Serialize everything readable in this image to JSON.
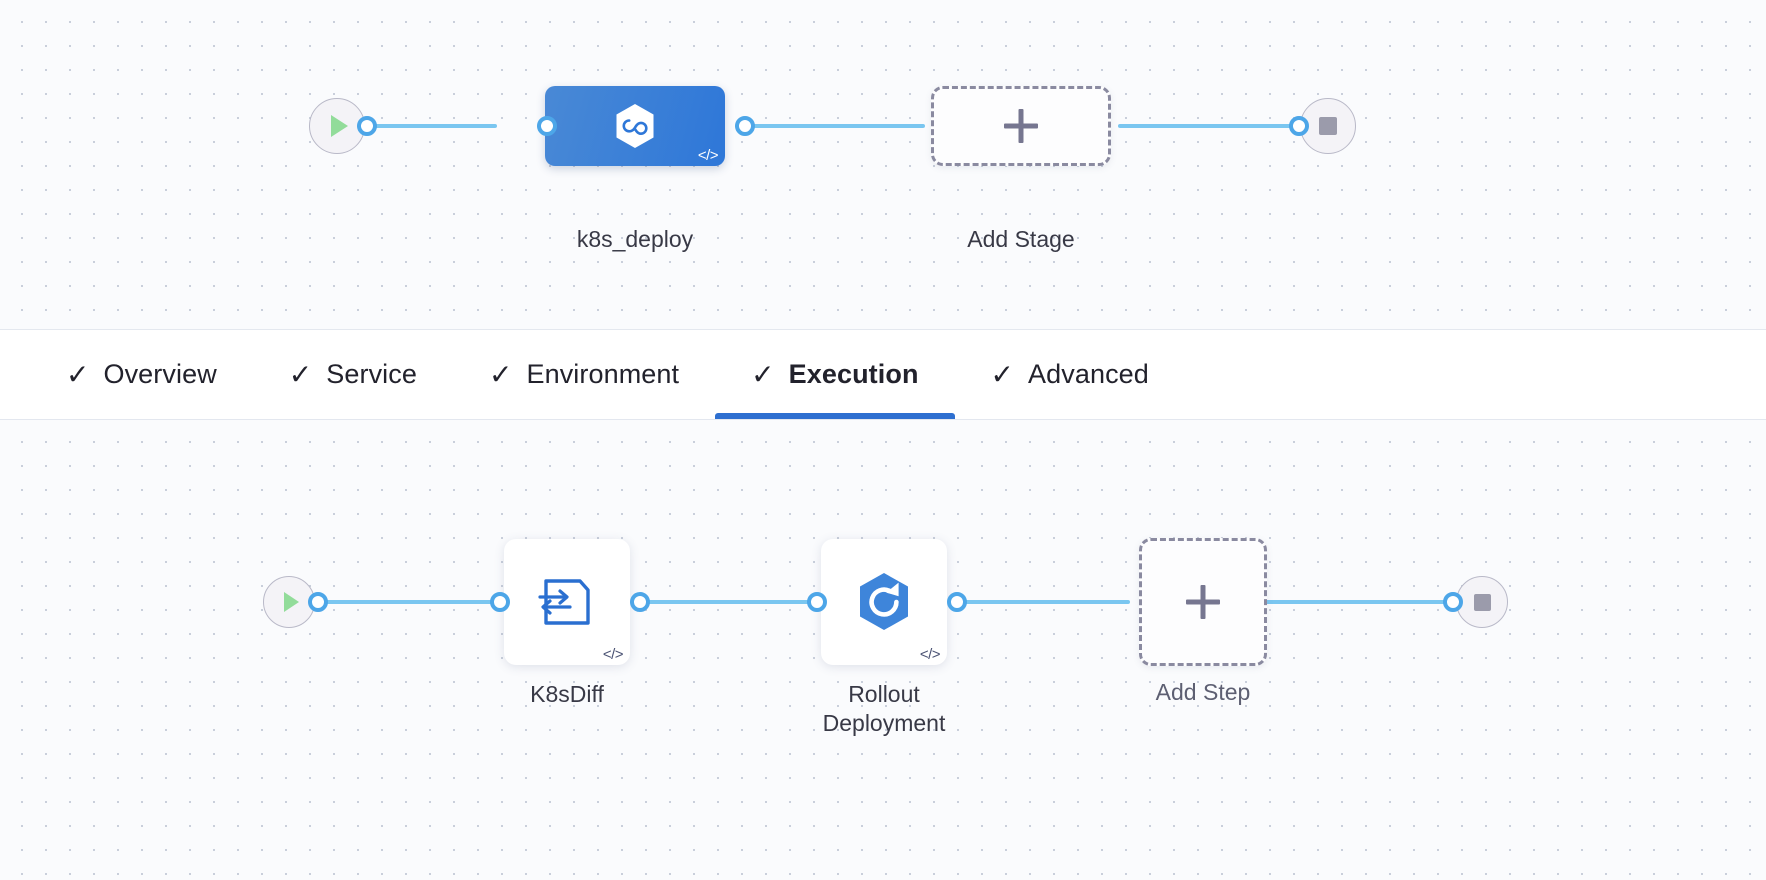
{
  "stage_canvas": {
    "name": "stage-pipeline",
    "start_node": {
      "icon": "play-icon",
      "label": ""
    },
    "end_node": {
      "icon": "stop-icon",
      "label": ""
    },
    "stages": [
      {
        "label": "k8s_deploy",
        "icon": "kubernetes-hexagon-icon",
        "badge": "</>",
        "type": "deployment",
        "selected": true,
        "color": "#2e77d8"
      }
    ],
    "add_stage": {
      "label": "Add Stage",
      "icon": "plus-icon"
    }
  },
  "tabs": {
    "check_glyph": "✓",
    "items": [
      {
        "label": "Overview",
        "checked": true,
        "active": false
      },
      {
        "label": "Service",
        "checked": true,
        "active": false
      },
      {
        "label": "Environment",
        "checked": true,
        "active": false
      },
      {
        "label": "Execution",
        "checked": true,
        "active": true
      },
      {
        "label": "Advanced",
        "checked": true,
        "active": false
      }
    ],
    "active_underline_color": "#2e6fd0"
  },
  "step_canvas": {
    "name": "execution-pipeline",
    "start_node": {
      "icon": "play-icon"
    },
    "end_node": {
      "icon": "stop-icon"
    },
    "steps": [
      {
        "label": "K8sDiff",
        "icon": "k8s-diff-document-icon",
        "badge": "</>",
        "color": "#2a6fd0"
      },
      {
        "label": "Rollout\nDeployment",
        "icon": "rollout-deployment-hexagon-icon",
        "badge": "</>",
        "color": "#3e85da"
      }
    ],
    "add_step": {
      "label": "Add Step",
      "icon": "plus-icon"
    }
  },
  "theme": {
    "canvas_bg": "#fafbfd",
    "grid_dot": "#c9cfdb",
    "link_color": "#7ac6f0",
    "port_border": "#4da6e8",
    "accent": "#2e6fd0",
    "dash_border": "#8a8aa0",
    "play_green": "#92dc9a",
    "stop_gray": "#9b9bab"
  }
}
